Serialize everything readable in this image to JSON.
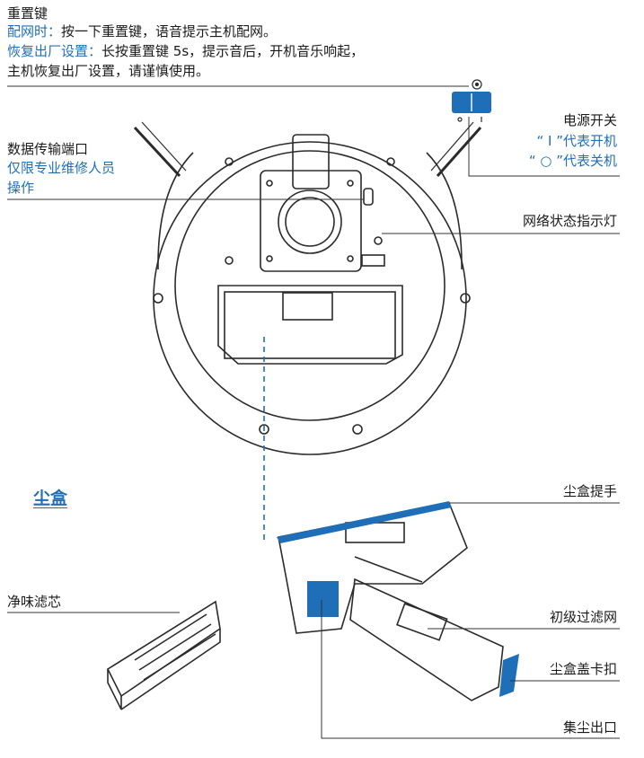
{
  "reset": {
    "title": "重置键",
    "pair_label": "配网时：",
    "pair_text": "按一下重置键，语音提示主机配网。",
    "factory_label": "恢复出厂设置：",
    "factory_text_1": "长按重置键 5s，提示音后，开机音乐响起，",
    "factory_text_2": "主机恢复出厂设置，请谨慎使用。"
  },
  "power_switch": {
    "title": "电源开关",
    "on_text": "“ I ”代表开机",
    "off_text": "“ ○ ”代表关机"
  },
  "data_port": {
    "title": "数据传输端口",
    "note_1": "仅限专业维修人员",
    "note_2": "操作"
  },
  "network_light": {
    "title": "网络状态指示灯"
  },
  "dustbox_section": {
    "title": "尘盒"
  },
  "dustbox_parts": {
    "handle": "尘盒提手",
    "filter": "净味滤芯",
    "primary_filter": "初级过滤网",
    "lid_clip": "尘盒盖卡扣",
    "outlet": "集尘出口"
  },
  "colors": {
    "accent": "#1f6fb8",
    "line": "#333333"
  }
}
